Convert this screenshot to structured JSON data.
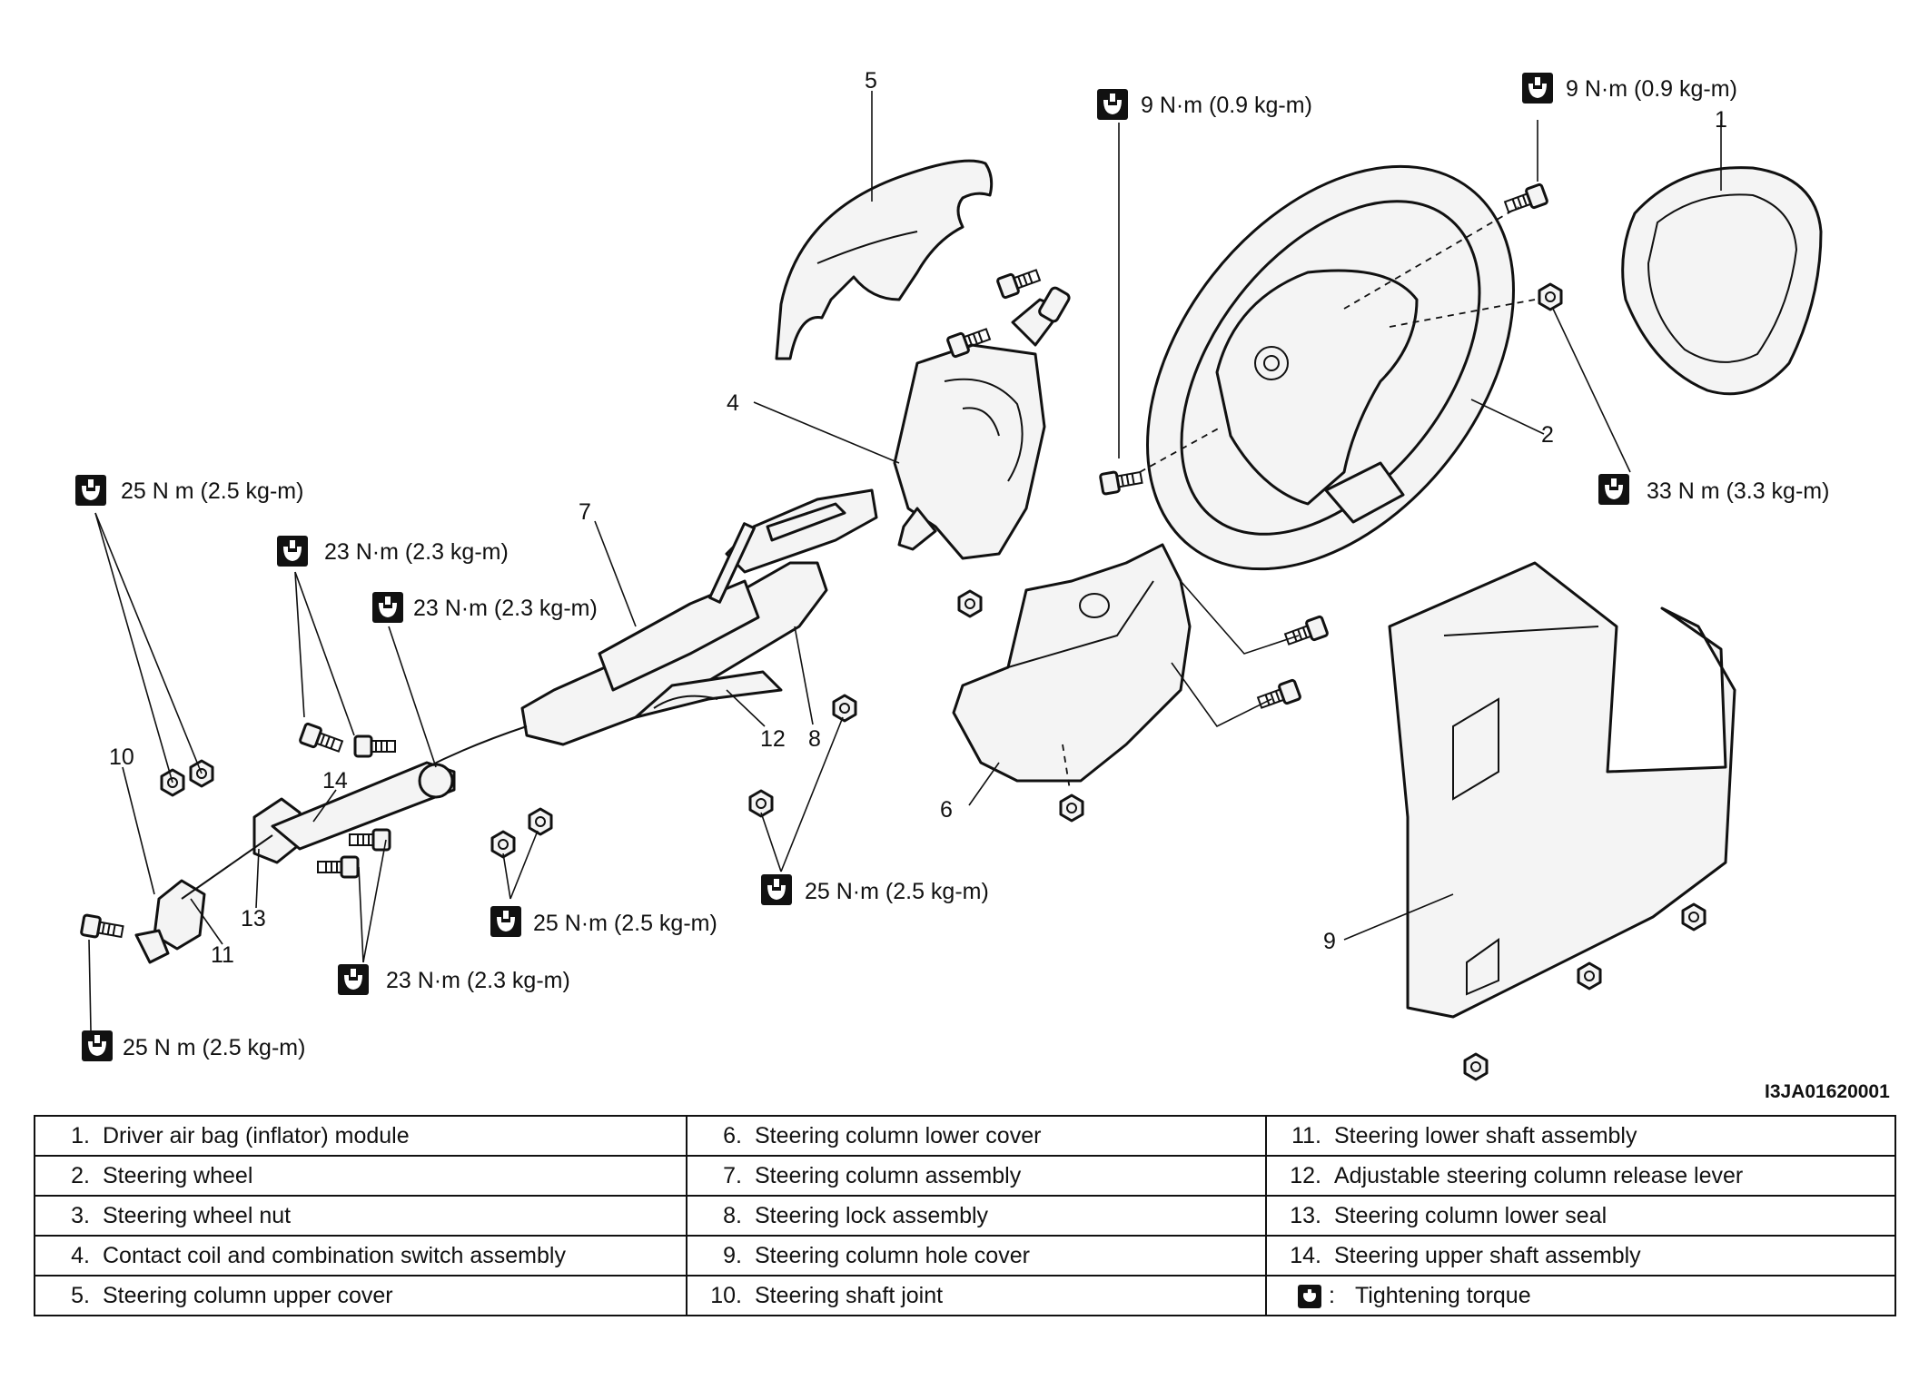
{
  "diagram": {
    "code": "I3JA01620001",
    "callouts": [
      "1",
      "2",
      "4",
      "5",
      "6",
      "7",
      "8",
      "9",
      "10",
      "11",
      "12",
      "13",
      "14"
    ],
    "torques": {
      "t_25_left_top": "25 N m (2.5 kg-m)",
      "t_23_a": "23 N·m (2.3 kg-m)",
      "t_23_b": "23 N·m (2.3 kg-m)",
      "t_23_c": "23 N·m (2.3 kg-m)",
      "t_25_bottom_left": "25 N m (2.5 kg-m)",
      "t_25_mid": "25 N·m (2.5 kg-m)",
      "t_25_right": "25 N·m (2.5 kg-m)",
      "t_9_a": "9 N·m (0.9 kg-m)",
      "t_9_b": "9 N·m (0.9 kg-m)",
      "t_33": "33 N m (3.3 kg-m)"
    }
  },
  "legend": {
    "rows": [
      [
        {
          "n": "1.",
          "t": "Driver air bag (inflator) module"
        },
        {
          "n": "6.",
          "t": "Steering column lower cover"
        },
        {
          "n": "11.",
          "t": "Steering lower shaft assembly"
        }
      ],
      [
        {
          "n": "2.",
          "t": "Steering wheel"
        },
        {
          "n": "7.",
          "t": "Steering column assembly"
        },
        {
          "n": "12.",
          "t": "Adjustable steering column release lever"
        }
      ],
      [
        {
          "n": "3.",
          "t": "Steering wheel nut"
        },
        {
          "n": "8.",
          "t": "Steering lock assembly"
        },
        {
          "n": "13.",
          "t": "Steering column lower seal"
        }
      ],
      [
        {
          "n": "4.",
          "t": "Contact coil and combination switch assembly"
        },
        {
          "n": "9.",
          "t": "Steering column hole cover"
        },
        {
          "n": "14.",
          "t": "Steering upper shaft assembly"
        }
      ],
      [
        {
          "n": "5.",
          "t": "Steering column upper cover"
        },
        {
          "n": "10.",
          "t": "Steering shaft joint"
        },
        {
          "n": ":",
          "t": "Tightening torque"
        }
      ]
    ]
  }
}
